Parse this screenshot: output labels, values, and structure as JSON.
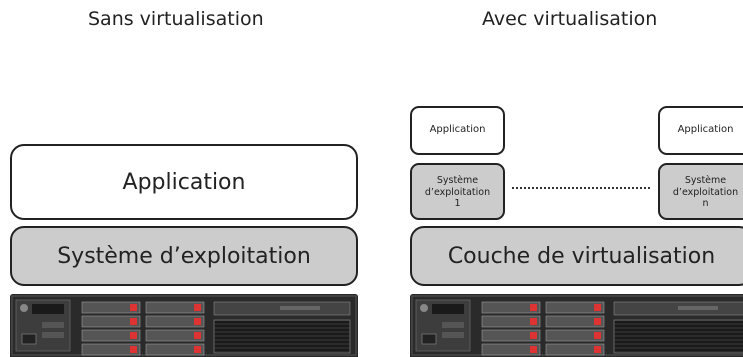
{
  "left": {
    "title": "Sans virtualisation",
    "application_label": "Application",
    "os_label": "Système d’exploitation"
  },
  "right": {
    "title": "Avec virtualisation",
    "app1_label": "Application",
    "app2_label": "Application",
    "os1_lines": [
      "Système",
      "d’exploitation",
      "1"
    ],
    "osn_lines": [
      "Système",
      "d’exploitation",
      "n"
    ],
    "virtualization_label": "Couche de virtualisation"
  },
  "colors": {
    "box_gray": "#cccccc",
    "box_border": "#222222",
    "server_body": "#2a2a2a"
  },
  "icons": [
    "server-icon",
    "server-icon"
  ]
}
